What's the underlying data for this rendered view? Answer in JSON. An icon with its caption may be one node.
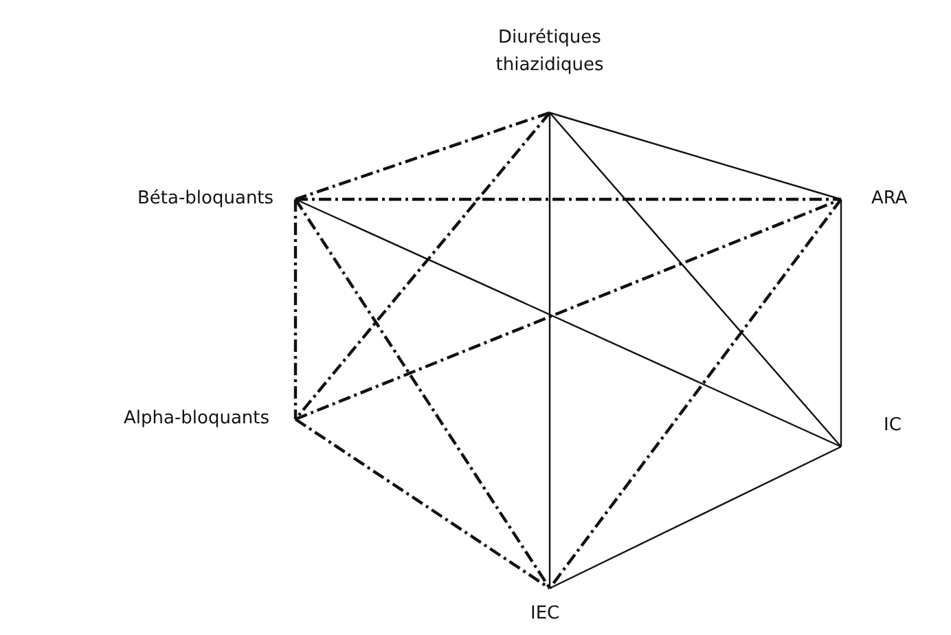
{
  "diagram": {
    "nodes": [
      {
        "text": [
          "Diurétiques thiazidiques"
        ]
      },
      {
        "text": [
          "Béta-bloquants"
        ]
      },
      {
        "text": [
          "ARA"
        ]
      },
      {
        "text": [
          "Alpha-bloquants"
        ]
      },
      {
        "text": [
          "IC"
        ]
      },
      {
        "text": [
          "IEC"
        ]
      }
    ],
    "edges": [
      {
        "from": 0,
        "to": 1,
        "arrow": "none",
        "style": "dashed"
      },
      {
        "from": 0,
        "to": 2,
        "arrow": "none"
      },
      {
        "from": 0,
        "to": 5,
        "arrow": "none"
      },
      {
        "from": 0,
        "to": 4,
        "arrow": "none"
      },
      {
        "from": 0,
        "to": 3,
        "arrow": "none",
        "style": "dashed"
      },
      {
        "from": 1,
        "to": 2,
        "arrow": "none",
        "style": "dashed"
      },
      {
        "from": 1,
        "to": 4,
        "arrow": "none"
      },
      {
        "from": 1,
        "to": 5,
        "arrow": "none",
        "style": "dashed"
      },
      {
        "from": 1,
        "to": 3,
        "arrow": "none",
        "style": "dashed"
      },
      {
        "from": 3,
        "to": 2,
        "arrow": "none",
        "style": "dashed"
      },
      {
        "from": 3,
        "to": 5,
        "arrow": "none",
        "style": "dashed"
      },
      {
        "from": 2,
        "to": 5,
        "arrow": "none",
        "style": "dashed"
      },
      {
        "from": 2,
        "to": 4,
        "arrow": "none"
      },
      {
        "from": 4,
        "to": 5,
        "arrow": "none"
      }
    ]
  }
}
